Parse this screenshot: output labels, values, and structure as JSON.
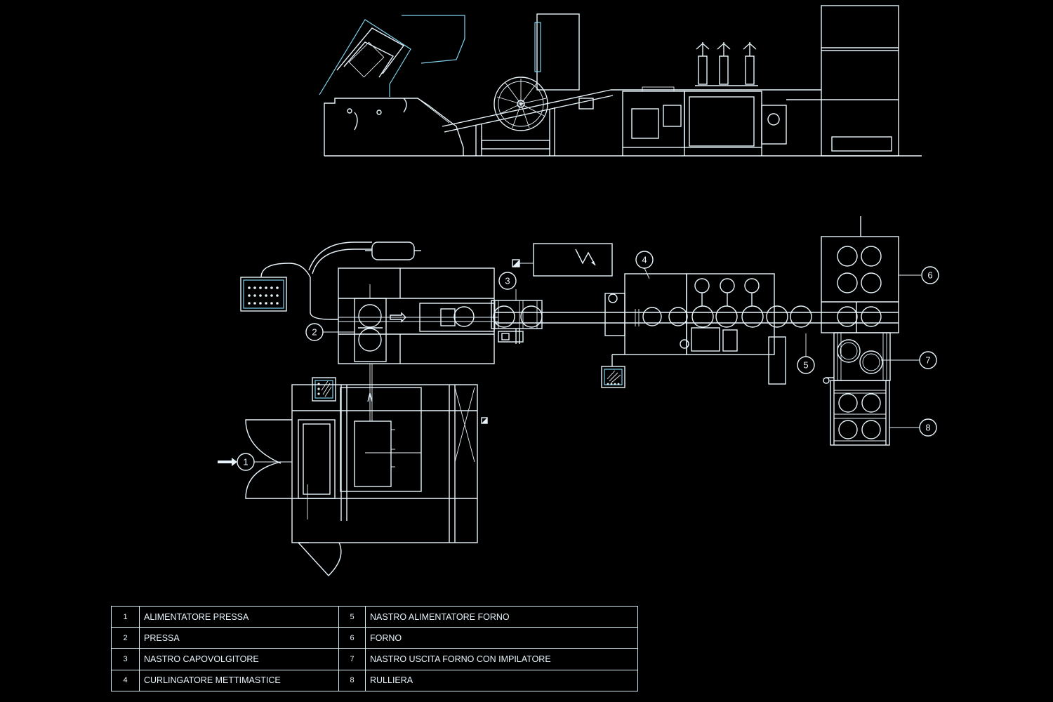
{
  "callouts": [
    "1",
    "2",
    "3",
    "4",
    "5",
    "6",
    "7",
    "8"
  ],
  "legend": [
    {
      "num": "1",
      "label": "ALIMENTATORE PRESSA"
    },
    {
      "num": "2",
      "label": "PRESSA"
    },
    {
      "num": "3",
      "label": "NASTRO CAPOVOLGITORE"
    },
    {
      "num": "4",
      "label": "CURLINGATORE METTIMASTICE"
    },
    {
      "num": "5",
      "label": "NASTRO ALIMENTATORE FORNO"
    },
    {
      "num": "6",
      "label": "FORNO"
    },
    {
      "num": "7",
      "label": "NASTRO USCITA FORNO CON IMPILATORE"
    },
    {
      "num": "8",
      "label": "RULLIERA"
    }
  ],
  "colors": {
    "background": "#000000",
    "line": "#e8f4fb",
    "accent_line": "#7fd3ee"
  }
}
